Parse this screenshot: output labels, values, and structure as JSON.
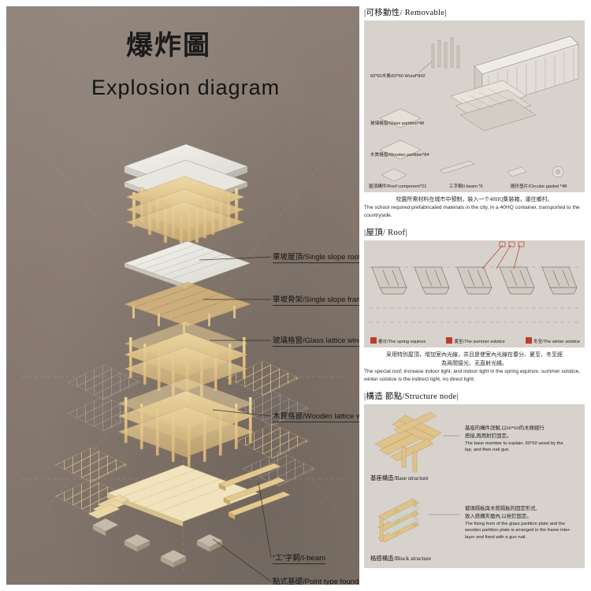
{
  "left": {
    "title_cn": "爆炸圖",
    "title_en": "Explosion diagram",
    "callouts": [
      {
        "id": "single-slope-roof",
        "text": "單坡屋頂/Single slope roof"
      },
      {
        "id": "single-slope-frame",
        "text": "單坡骨架/Single slope frame"
      },
      {
        "id": "glass-lattice-window",
        "text": "玻璃格窗/Glass lattice window"
      },
      {
        "id": "wooden-lattice-window",
        "text": "木質格窗/Wooden lattice window"
      },
      {
        "id": "i-beam",
        "text": "“工”字鋼/I-beam"
      },
      {
        "id": "point-type-foundation",
        "text": "點式基礎/Point type foundation"
      }
    ]
  },
  "right": {
    "removable": {
      "heading": "|可移動性/ Removable|",
      "items": [
        {
          "id": "wood",
          "label": "60*60木條/60*60 Wood*842"
        },
        {
          "id": "glass-partition",
          "label": "玻璃格窗/Glass partition*48"
        },
        {
          "id": "wooden-partition",
          "label": "木質格窗/Wooden partition*84"
        },
        {
          "id": "roof-component",
          "label": "屋頂構件/Roof component*21"
        },
        {
          "id": "i-beam",
          "label": "工字鋼/I-beam *6"
        },
        {
          "id": "circular-gasket",
          "label": "圓形墊片/Circular gasket *48"
        }
      ],
      "caption_cn": "校園所需材料在城市中預制，裝入一个40HQ集裝箱，運往鄉村。",
      "caption_en": "The school required prefabricated materials in the city, in a 40HQ container, transported to the countryside."
    },
    "roof": {
      "heading": "|屋頂/ Roof|",
      "legend": [
        {
          "id": "spring-equinox",
          "label": "春分/The spring equinox",
          "color": "#c0392b"
        },
        {
          "id": "summer-solstice",
          "label": "夏至/The summer solstice",
          "color": "#c0392b"
        },
        {
          "id": "winter-solstice",
          "label": "冬至/The winter solstice",
          "color": "#c0392b"
        }
      ],
      "caption_cn": "采用特別屋頂，增加室內光線，并且是使室內光線在春分、夏至、冬至經",
      "caption_cn2": "為爲間接光、无直射光綫。",
      "caption_en": "The special roof, increase indoor light, and indoor light in the spring equinox, summer solstice,",
      "caption_en2": "winter solstice is the indirect light, no direct light."
    },
    "structure": {
      "heading": "|構造 節點/Structure node|",
      "nodes": [
        {
          "id": "base-structure",
          "name": "基座構造/Base structure",
          "text_cn": "基座的構件詳解,以60*60的木條經行",
          "text_cn2": "搭接,再用射釘固定。",
          "text_en": "The base member to explain, 60*60 wood by the",
          "text_en2": "lap, and then nail gun."
        },
        {
          "id": "block-structure",
          "name": "格搭構造/Block structure",
          "text_cn": "玻璃隔板與木質隔板的固定形式,",
          "text_cn2": "放入搭搆夾層內,以栓釘固定。",
          "text_en": "The fixing form of the glass partition plate and the",
          "text_en2": "wooden partition plate is arranged in the frame inter-",
          "text_en3": "layer and fixed with a gun nail."
        }
      ]
    }
  },
  "colors": {
    "panel_bg": "#8a7f75",
    "accent_red": "#c0392b",
    "wood": "#e3c98f",
    "wood_dark": "#c8a96a",
    "roof_light": "#efefe8",
    "image_bg": "#d7d2cb"
  }
}
